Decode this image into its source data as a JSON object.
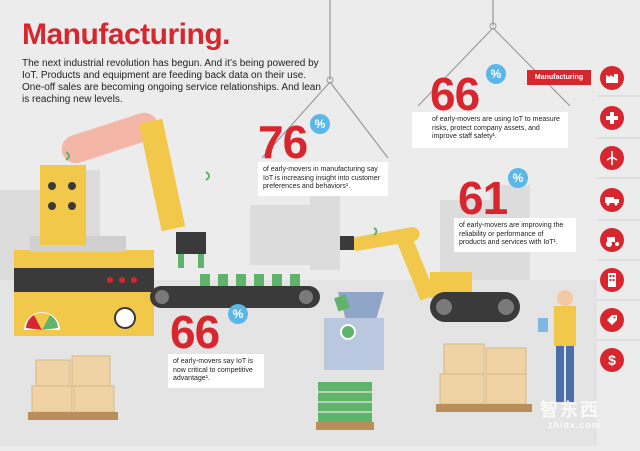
{
  "title": "Manufacturing.",
  "intro": "The next industrial revolution has begun. And it’s being powered by IoT. Products and equipment are feeding back data on their use. One-off sales are becoming ongoing service relationships. And lean is reaching new levels.",
  "stats": [
    {
      "value": "76",
      "pct": "%",
      "text": "of early-movers  in manufacturing say IoT is increasing insight into customer preferences and behaviors¹."
    },
    {
      "value": "66",
      "pct": "%",
      "text": "of early-movers are using IoT to measure risks, protect company assets, and improve staff safety¹."
    },
    {
      "value": "61",
      "pct": "%",
      "text": "of early-movers are improving the reliability or performance of products and services with IoT¹."
    },
    {
      "value": "66",
      "pct": "%",
      "text": "of early-movers say IoT is now critical to competitive advantage¹."
    }
  ],
  "nav": {
    "active_label": "Manufacturing",
    "items": [
      {
        "icon": "factory-icon"
      },
      {
        "icon": "medical-cross-icon"
      },
      {
        "icon": "wind-turbine-icon"
      },
      {
        "icon": "truck-icon"
      },
      {
        "icon": "tractor-icon"
      },
      {
        "icon": "building-icon"
      },
      {
        "icon": "tag-icon"
      },
      {
        "icon": "dollar-icon"
      }
    ]
  },
  "watermark": {
    "main": "智东西",
    "sub": "zhidx.com"
  },
  "colors": {
    "brand_red": "#d8262f",
    "accent_blue": "#5ab7e8",
    "robot_yellow": "#f2c84a",
    "robot_pink": "#f4b6a6",
    "belt_dark": "#3a3a3a"
  }
}
